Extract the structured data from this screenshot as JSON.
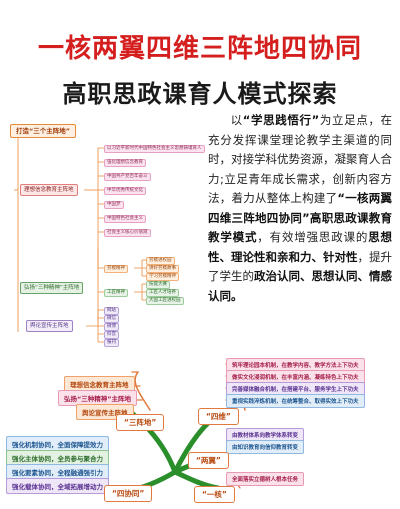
{
  "title": {
    "line1": "一核两翼四维三阵地四协同",
    "line2": "高职思政课育人模式探索"
  },
  "mindmap_top": {
    "root": "打造“三个主阵地”",
    "branches": [
      {
        "label": "理想信念教育主阵地",
        "leaves": [
          "以习近平新时代中国特色社会主义思想铸魂育人",
          "强化理想信念教育",
          "中国共产党百年奋斗",
          "中华优秀传统文化",
          "中国梦",
          "中国特色社会主义",
          "社会主义核心价值观"
        ]
      },
      {
        "label": "弘扬“三种精神”主阵地",
        "groups": [
          {
            "name": "劳模精神",
            "items": [
              "劳模进校园",
              "讲好劳模故事",
              "学习劳模精神"
            ]
          },
          {
            "name": "工匠精神",
            "items": [
              "技能大赛",
              "工匠人才培养",
              "大国工匠进校园"
            ]
          }
        ]
      },
      {
        "label": "舆论宣传主阵地",
        "leaves": [
          "网站",
          "微信",
          "微博",
          "抖音",
          "报刊"
        ]
      }
    ]
  },
  "paragraph": {
    "p1": "以",
    "b1": "“学思践悟行”",
    "p2": "为立足点，在充分发挥课堂理论教学主渠道的同时，对接学科优势资源，凝聚育人合力;立足青年成长需求，创新内容方法，着力从整体上构建了",
    "b2": "“一核两翼四维三阵地四协同”",
    "b3": "高职思政课教育教学模式",
    "p3": "，有效增强思政课的",
    "b4": "思想性、理论性和亲和力、针对性",
    "p4": "，提升了学生的",
    "b5": "政治认同、思想认同、情感认同。"
  },
  "mindmap_bottom": {
    "center_color": "#2a8f2a",
    "left_top": [
      "理想信念教育主阵地",
      "弘扬“三种精神”主阵地",
      "舆论宣传主阵地"
    ],
    "left_bottom": [
      "强化机制协同，全面保障提效力",
      "强化主体协同，全员参与聚合力",
      "强化要素协同，全程融通强引力",
      "强化载体协同，全域拓展增动力"
    ],
    "cat_sanzhendi": "“三阵地”",
    "cat_sixietong": "“四协同”",
    "cat_siwei": "“四维”",
    "cat_liangyi": "“两翼”",
    "cat_yihe": "“一核”",
    "right_siwei": [
      "筑牢理论园本机制，在教学内容、教学方法上下功夫",
      "做实文化浸润机制，在丰富内涵、凝练特色上下功夫",
      "完善媒体融合机制，在搭建平台、服务学生上下功夫",
      "重视实践淬炼机制，在统筹整合、取得实效上下功夫"
    ],
    "right_liangyi": [
      "由教材体系向教学体系转变",
      "由知识教育向信仰教育转变"
    ],
    "right_yihe": [
      "全面落实立德树人根本任务"
    ]
  }
}
